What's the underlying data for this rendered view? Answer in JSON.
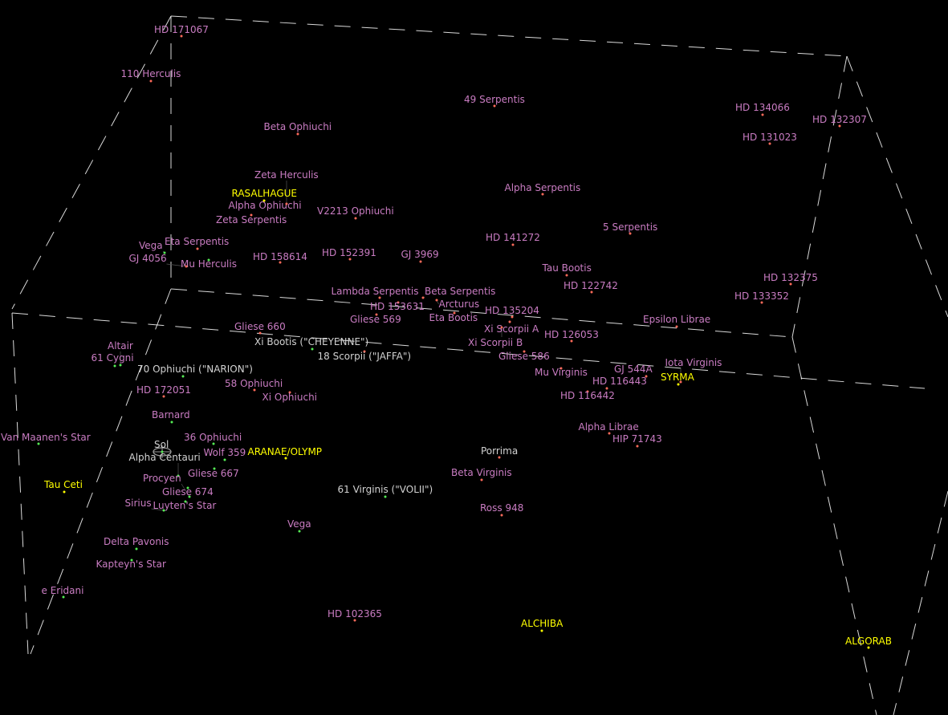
{
  "view": {
    "background": "#000000",
    "grid_line_color": "#ffffff",
    "grid_style": "dashed"
  },
  "colors": {
    "catalog_label": "#c97cc2",
    "named_label": "#d2d2d2",
    "highlight_label": "#ffff00",
    "red_star": "#ff6a5a",
    "green_star": "#55ee55",
    "yellow_star": "#ffff00"
  },
  "sol_marker_icon": "orbit-ellipse-crosshair-icon",
  "stars": [
    {
      "name": "HD 171067",
      "style": "catalog",
      "dot": "red"
    },
    {
      "name": "110 Herculis",
      "style": "catalog",
      "dot": "red"
    },
    {
      "name": "Beta Ophiuchi",
      "style": "catalog",
      "dot": "red"
    },
    {
      "name": "49 Serpentis",
      "style": "catalog",
      "dot": "red"
    },
    {
      "name": "HD 134066",
      "style": "catalog",
      "dot": "red"
    },
    {
      "name": "HD 132307",
      "style": "catalog",
      "dot": "red"
    },
    {
      "name": "HD 131023",
      "style": "catalog",
      "dot": "red"
    },
    {
      "name": "Alpha Serpentis",
      "style": "catalog",
      "dot": "red"
    },
    {
      "name": "Alpha Ophiuchi",
      "style": "catalog",
      "dot": "red"
    },
    {
      "name": "Zeta Herculis",
      "style": "catalog",
      "dot": "red"
    },
    {
      "name": "RASALHAGUE",
      "style": "highlight",
      "dot": "yellow"
    },
    {
      "name": "Zeta Serpentis",
      "style": "catalog",
      "dot": "red"
    },
    {
      "name": "V2213 Ophiuchi",
      "style": "catalog",
      "dot": "red"
    },
    {
      "name": "HD 141272",
      "style": "catalog",
      "dot": "red"
    },
    {
      "name": "5 Serpentis",
      "style": "catalog",
      "dot": "red"
    },
    {
      "name": "Eta Serpentis",
      "style": "catalog",
      "dot": "red"
    },
    {
      "name": "Vega",
      "style": "catalog",
      "dot": "green"
    },
    {
      "name": "Mu Herculis",
      "style": "catalog",
      "dot": "green"
    },
    {
      "name": "GJ 4056",
      "style": "catalog",
      "dot": "red"
    },
    {
      "name": "HD 158614",
      "style": "catalog",
      "dot": "red"
    },
    {
      "name": "HD 152391",
      "style": "catalog",
      "dot": "red"
    },
    {
      "name": "GJ 3969",
      "style": "catalog",
      "dot": "red"
    },
    {
      "name": "Tau Bootis",
      "style": "catalog",
      "dot": "red"
    },
    {
      "name": "HD 122742",
      "style": "catalog",
      "dot": "red"
    },
    {
      "name": "HD 132375",
      "style": "catalog",
      "dot": "red"
    },
    {
      "name": "HD 133352",
      "style": "catalog",
      "dot": "red"
    },
    {
      "name": "Lambda Serpentis",
      "style": "catalog",
      "dot": "red"
    },
    {
      "name": "HD 153631",
      "style": "catalog",
      "dot": "red"
    },
    {
      "name": "Beta Serpentis",
      "style": "catalog",
      "dot": "red"
    },
    {
      "name": "Arcturus",
      "style": "catalog",
      "dot": "red"
    },
    {
      "name": "Gliese 569",
      "style": "catalog",
      "dot": "red"
    },
    {
      "name": "Eta Bootis",
      "style": "catalog",
      "dot": "red"
    },
    {
      "name": "HD 135204",
      "style": "catalog",
      "dot": "red"
    },
    {
      "name": "Xi Scorpii A",
      "style": "catalog",
      "dot": "red"
    },
    {
      "name": "Xi Scorpii B",
      "style": "catalog",
      "dot": "red"
    },
    {
      "name": "HD 126053",
      "style": "catalog",
      "dot": "red"
    },
    {
      "name": "Epsilon Librae",
      "style": "catalog",
      "dot": "red"
    },
    {
      "name": "Gliese 586",
      "style": "catalog",
      "dot": "red"
    },
    {
      "name": "Mu Virginis",
      "style": "catalog",
      "dot": "red"
    },
    {
      "name": "GJ 544A",
      "style": "catalog",
      "dot": "red"
    },
    {
      "name": "Iota Virginis",
      "style": "catalog",
      "dot": "red"
    },
    {
      "name": "SYRMA",
      "style": "highlight",
      "dot": "yellow"
    },
    {
      "name": "HD 116443",
      "style": "catalog",
      "dot": "red"
    },
    {
      "name": "HD 116442",
      "style": "catalog",
      "dot": "red"
    },
    {
      "name": "Alpha Librae",
      "style": "catalog",
      "dot": "red"
    },
    {
      "name": "HIP 71743",
      "style": "catalog",
      "dot": "red"
    },
    {
      "name": "Porrima",
      "style": "named",
      "dot": "red"
    },
    {
      "name": "Beta Virginis",
      "style": "catalog",
      "dot": "red"
    },
    {
      "name": "Ross 948",
      "style": "catalog",
      "dot": "red"
    },
    {
      "name": "HD 102365",
      "style": "catalog",
      "dot": "red"
    },
    {
      "name": "ALCHIBA",
      "style": "highlight",
      "dot": "yellow"
    },
    {
      "name": "ALGORAB",
      "style": "highlight",
      "dot": "yellow"
    },
    {
      "name": "Gliese 660",
      "style": "catalog",
      "dot": "red"
    },
    {
      "name": "Xi Bootis (\"CHEYENNE\")",
      "style": "named",
      "dot": "green"
    },
    {
      "name": "18 Scorpii (\"JAFFA\")",
      "style": "named",
      "dot": "red"
    },
    {
      "name": "61 Cygni",
      "style": "catalog",
      "dot": "green"
    },
    {
      "name": "Altair",
      "style": "catalog",
      "dot": "green"
    },
    {
      "name": "70 Ophiuchi (\"NARION\")",
      "style": "named",
      "dot": "green"
    },
    {
      "name": "HD 172051",
      "style": "catalog",
      "dot": "red"
    },
    {
      "name": "58 Ophiuchi",
      "style": "catalog",
      "dot": "red"
    },
    {
      "name": "Xi Ophiuchi",
      "style": "catalog",
      "dot": "red"
    },
    {
      "name": "Barnard",
      "style": "catalog",
      "dot": "green"
    },
    {
      "name": "Van Maanen's Star",
      "style": "catalog",
      "dot": "green"
    },
    {
      "name": "36 Ophiuchi",
      "style": "catalog",
      "dot": "green"
    },
    {
      "name": "Sol",
      "style": "named",
      "dot": "green"
    },
    {
      "name": "Wolf 359",
      "style": "catalog",
      "dot": "green"
    },
    {
      "name": "ARANAE/OLYMP",
      "style": "highlight",
      "dot": "yellow"
    },
    {
      "name": "Gliese 667",
      "style": "catalog",
      "dot": "green"
    },
    {
      "name": "Alpha Centauri",
      "style": "named",
      "dot": "green"
    },
    {
      "name": "Gliese 674",
      "style": "catalog",
      "dot": "green"
    },
    {
      "name": "Procyen",
      "style": "catalog",
      "dot": "green"
    },
    {
      "name": "Luyten's Star",
      "style": "catalog",
      "dot": "green"
    },
    {
      "name": "Sirius",
      "style": "catalog",
      "dot": "green"
    },
    {
      "name": "Tau Ceti",
      "style": "highlight",
      "dot": "yellow"
    },
    {
      "name": "61 Virginis (\"VOLII\")",
      "style": "named",
      "dot": "green"
    },
    {
      "name": "Vega",
      "style": "catalog",
      "dot": "green"
    },
    {
      "name": "Delta Pavonis",
      "style": "catalog",
      "dot": "green"
    },
    {
      "name": "Kapteyn's Star",
      "style": "catalog",
      "dot": "green"
    },
    {
      "name": "e Eridani",
      "style": "catalog",
      "dot": "green"
    }
  ]
}
